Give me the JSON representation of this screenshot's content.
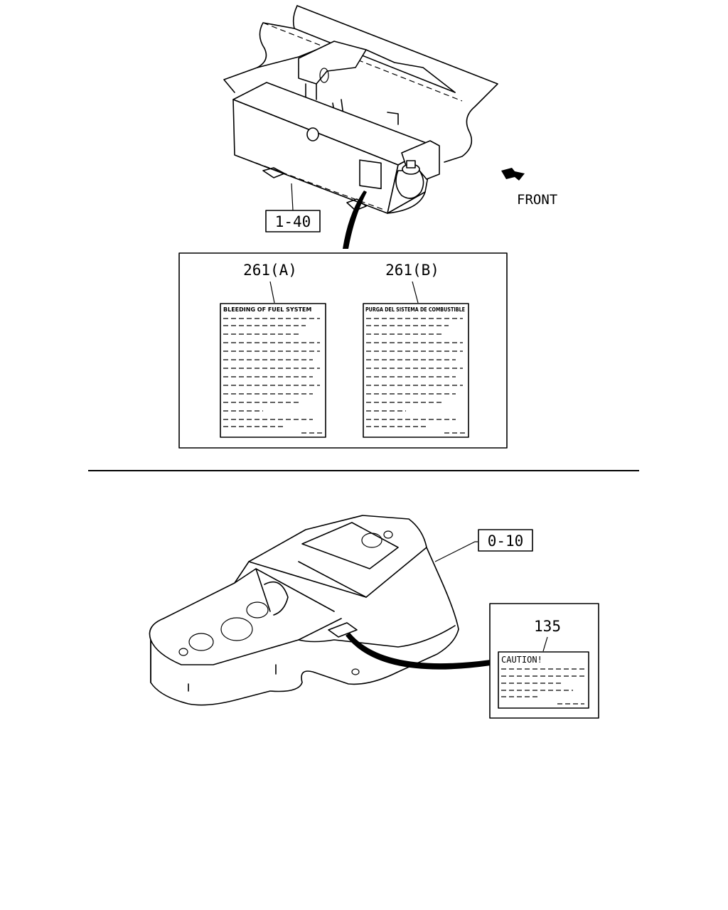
{
  "top_assembly": {
    "ref_box": "1-40",
    "direction_label": "FRONT",
    "detail_labels": [
      {
        "ref": "261(A)",
        "title": "BLEEDING OF FUEL SYSTEM"
      },
      {
        "ref": "261(B)",
        "title": "PURGA DEL SISTEMA DE COMBUSTIBLE"
      }
    ]
  },
  "bottom_assembly": {
    "ref_box": "0-10",
    "detail_label": {
      "ref": "135",
      "title": "CAUTION!"
    }
  },
  "colors": {
    "ink": "#000000",
    "paper": "#ffffff"
  }
}
